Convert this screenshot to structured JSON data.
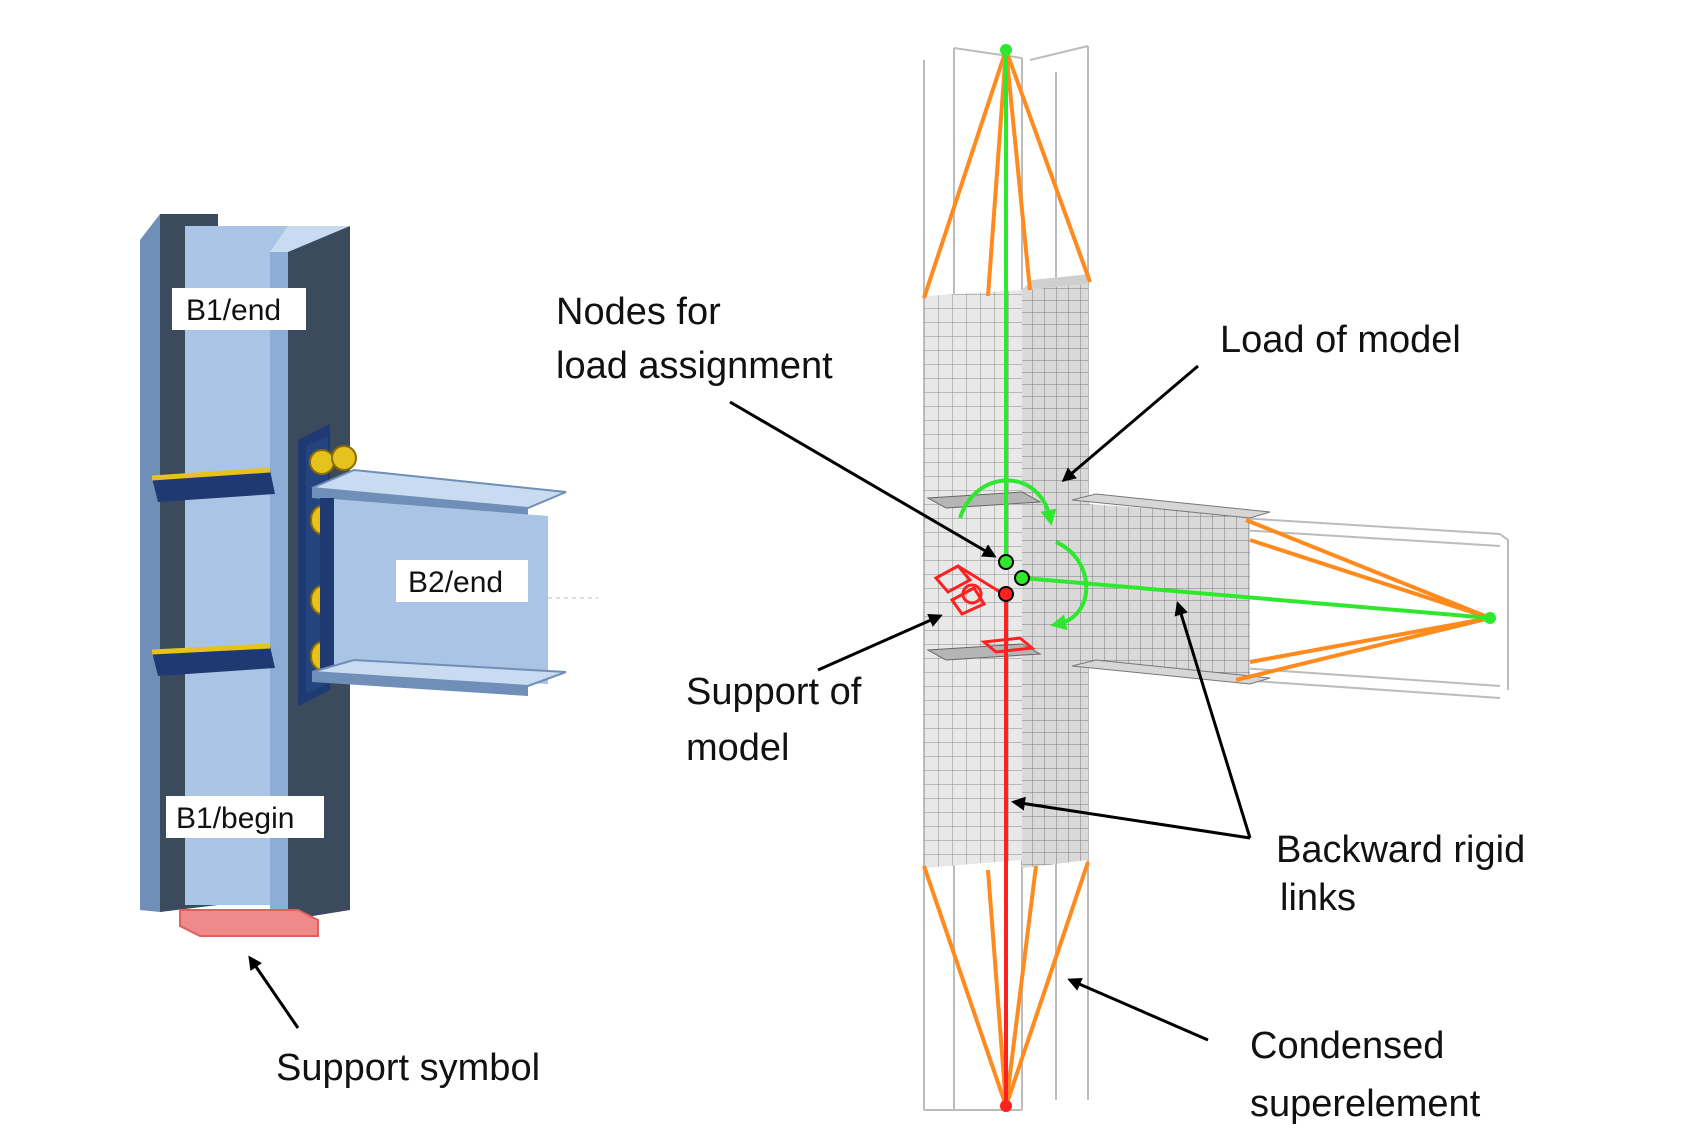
{
  "labels": {
    "b1_end": "B1/end",
    "b2_end": "B2/end",
    "b1_begin": "B1/begin",
    "support_symbol": "Support symbol",
    "nodes_line1": "Nodes for",
    "nodes_line2": "load assignment",
    "load_of_model": "Load of model",
    "support_line1": "Support of",
    "support_line2": "model",
    "backward_line1": "Backward rigid",
    "backward_line2": "links",
    "condensed_line1": "Condensed",
    "condensed_line2": "superelement"
  },
  "colors": {
    "steel_light": "#a9c4e4",
    "steel_mid": "#8caed6",
    "steel_dark": "#3b4a5c",
    "endplate": "#1f3a73",
    "weld": "#e6c21e",
    "support": "#f08a8a",
    "mesh": "#e7e7e7",
    "green_link": "#2ee82e",
    "red_link": "#ff2020",
    "orange_link": "#ff8a1e"
  }
}
